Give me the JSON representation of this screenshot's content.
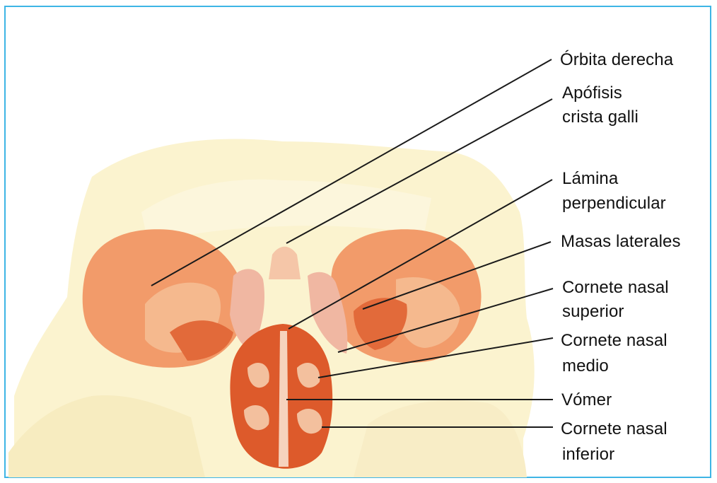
{
  "frame_color": "#3eb5e5",
  "labels": {
    "orbita_derecha": "Órbita derecha",
    "apofisis_1": "Apófisis",
    "apofisis_2": "crista galli",
    "lamina_1": "Lámina",
    "lamina_2": "perpendicular",
    "masas_laterales": "Masas laterales",
    "cornete_superior_1": "Cornete nasal",
    "cornete_superior_2": "superior",
    "cornete_medio_1": "Cornete nasal",
    "cornete_medio_2": "medio",
    "vomer": "Vómer",
    "cornete_inferior_1": "Cornete nasal",
    "cornete_inferior_2": "inferior"
  },
  "colors": {
    "bone": "#fbf3cf",
    "orbit": "#f29b6a",
    "orbit_dark": "#e26a3a",
    "nasal": "#dd5a2b",
    "lamina": "#f0b7a2",
    "leader_line": "#1a1a1a"
  }
}
